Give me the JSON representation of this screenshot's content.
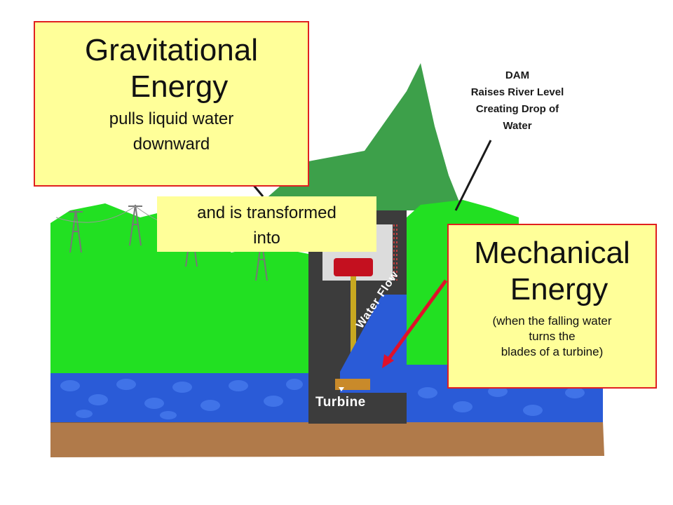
{
  "gravitational": {
    "title_line1": "Gravitational",
    "title_line2": "Energy",
    "desc_line1": "pulls liquid water",
    "desc_line2": "downward"
  },
  "transform": {
    "line1": "and is transformed",
    "line2": "into"
  },
  "mechanical": {
    "title_line1": "Mechanical",
    "title_line2": "Energy",
    "desc_line1": "(when the falling water",
    "desc_line2": "turns the",
    "desc_line3": "blades of a turbine)"
  },
  "dam_label": {
    "line1": "DAM",
    "line2": "Raises River Level",
    "line3": "Creating Drop of",
    "line4": "Water"
  },
  "turbine_label": "Turbine",
  "water_flow_label": "Water Flow",
  "colors": {
    "box_fill": "#ffff99",
    "box_border": "#e02020",
    "hill_green": "#22e022",
    "mountain_green": "#4caf50",
    "water_blue": "#2a5bd7",
    "ground_brown": "#b07a4a",
    "dam_gray": "#555555",
    "arrow_red": "#e0102a"
  }
}
